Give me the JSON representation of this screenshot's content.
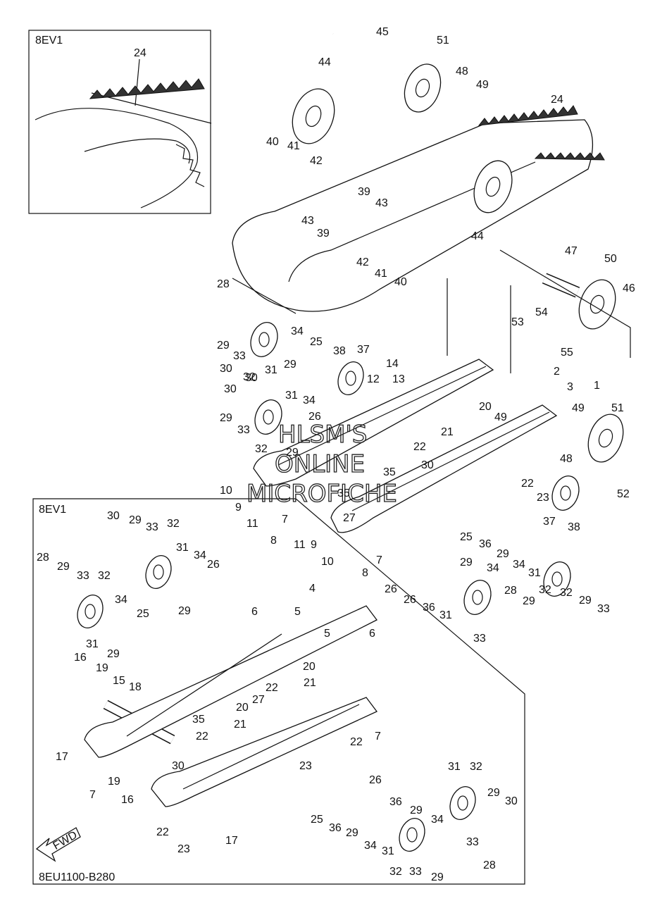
{
  "inset_top": {
    "label": "8EV1",
    "part": "24"
  },
  "inset_bottom": {
    "label": "8EV1"
  },
  "diagram_code": "8EU1100-B280",
  "fwd_label": "FWD",
  "watermark": [
    "HLSM'S",
    "ONLINE",
    "MICROFICHE"
  ],
  "callouts_main": [
    "45",
    "51",
    "44",
    "48",
    "49",
    "24",
    "40",
    "41",
    "42",
    "39",
    "43",
    "43",
    "39",
    "42",
    "41",
    "40",
    "44",
    "47",
    "50",
    "46",
    "28",
    "29",
    "33",
    "34",
    "32",
    "31",
    "25",
    "38",
    "37",
    "54",
    "53",
    "55",
    "29",
    "30",
    "14",
    "13",
    "12",
    "2",
    "1",
    "3",
    "29",
    "33",
    "31",
    "34",
    "32",
    "26",
    "20",
    "49",
    "49",
    "51",
    "21",
    "29",
    "22",
    "30",
    "48",
    "52",
    "10",
    "35",
    "9",
    "11",
    "7",
    "35",
    "8",
    "27",
    "23",
    "22",
    "9",
    "11",
    "37",
    "38",
    "10",
    "7",
    "25",
    "36",
    "26",
    "8",
    "29",
    "34",
    "31",
    "32",
    "26",
    "36",
    "29",
    "31",
    "34",
    "32",
    "29",
    "33",
    "33",
    "28",
    "29",
    "30",
    "30"
  ],
  "callouts_inset": [
    "30",
    "29",
    "33",
    "32",
    "28",
    "29",
    "33",
    "32",
    "31",
    "34",
    "26",
    "29",
    "34",
    "25",
    "31",
    "29",
    "16",
    "19",
    "15",
    "18",
    "17",
    "7",
    "19",
    "16",
    "6",
    "5",
    "4",
    "5",
    "6",
    "20",
    "22",
    "21",
    "27",
    "20",
    "35",
    "22",
    "21",
    "30",
    "7",
    "22",
    "23",
    "17",
    "22",
    "23",
    "26",
    "36",
    "29",
    "25",
    "36",
    "29",
    "34",
    "31",
    "32",
    "31",
    "32",
    "34",
    "33",
    "29",
    "30",
    "33",
    "29",
    "28"
  ]
}
